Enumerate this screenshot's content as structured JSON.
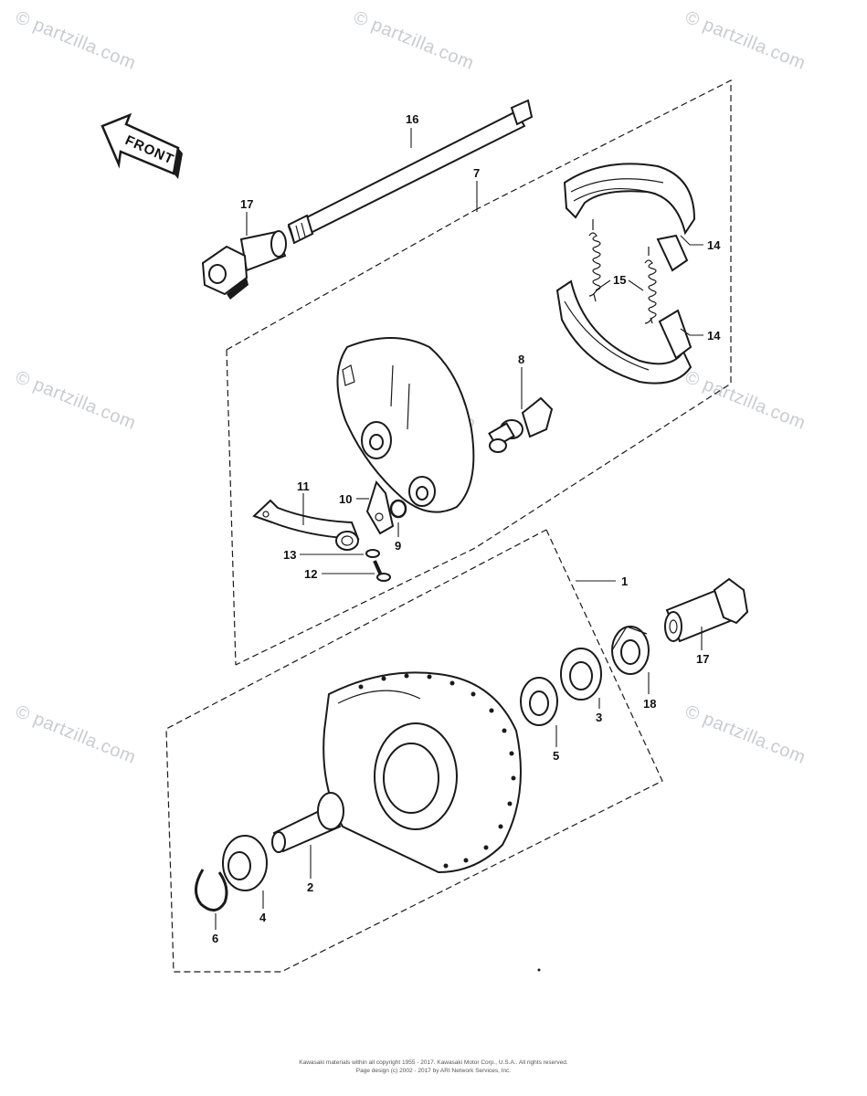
{
  "watermark": {
    "text": "© partzilla.com",
    "center_text": "© Partzilla.com"
  },
  "front_arrow": {
    "label": "FRONT"
  },
  "callouts": [
    "1",
    "2",
    "3",
    "4",
    "5",
    "6",
    "7",
    "8",
    "9",
    "10",
    "11",
    "12",
    "13",
    "14",
    "14",
    "15",
    "16",
    "17",
    "17",
    "18"
  ],
  "footer": {
    "line1": "Kawasaki materials within all copyright 1955 - 2017. Kawasaki Motor Corp., U.S.A.. All rights reserved.",
    "line2": "Page design (c) 2002 - 2017 by ARI Network Services, Inc."
  },
  "colors": {
    "ink": "#1a1a1a",
    "watermark": "#c9ccd0",
    "background": "#ffffff"
  }
}
